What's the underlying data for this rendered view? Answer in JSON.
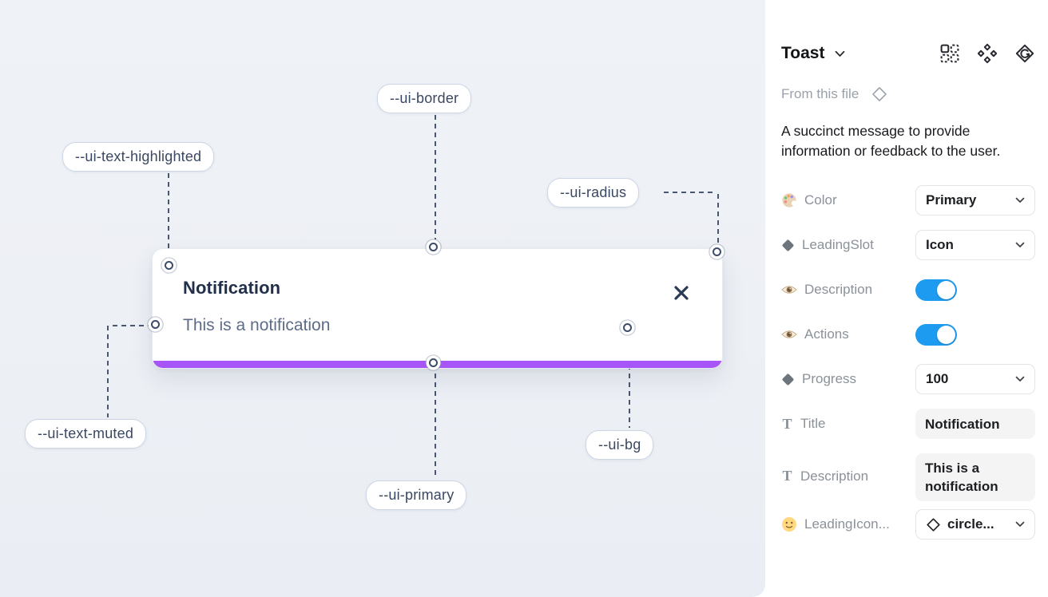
{
  "canvas": {
    "toast": {
      "title": "Notification",
      "description": "This is a notification",
      "progress_color": "#a855f7"
    },
    "callouts": [
      {
        "id": "ui-border",
        "label": "--ui-border"
      },
      {
        "id": "ui-text-highlighted",
        "label": "--ui-text-highlighted"
      },
      {
        "id": "ui-radius",
        "label": "--ui-radius"
      },
      {
        "id": "ui-text-muted",
        "label": "--ui-text-muted"
      },
      {
        "id": "ui-primary",
        "label": "--ui-primary"
      },
      {
        "id": "ui-bg",
        "label": "--ui-bg"
      }
    ],
    "colors": {
      "background": "#eef1f6",
      "line": "#4a5770"
    }
  },
  "panel": {
    "title": "Toast",
    "source_label": "From this file",
    "description": "A succinct message to provide information or feedback to the user.",
    "header_icons": [
      "component-grid-icon",
      "component-icon",
      "swap-instance-icon"
    ],
    "toggle_color": "#1d9bf0",
    "properties": [
      {
        "icon": "palette-icon",
        "label": "Color",
        "type": "select",
        "value": "Primary"
      },
      {
        "icon": "diamond-icon",
        "label": "LeadingSlot",
        "type": "select",
        "value": "Icon"
      },
      {
        "icon": "eye-icon",
        "label": "Description",
        "type": "toggle",
        "value": "on"
      },
      {
        "icon": "eye-icon",
        "label": "Actions",
        "type": "toggle",
        "value": "on"
      },
      {
        "icon": "diamond-icon",
        "label": "Progress",
        "type": "select",
        "value": "100"
      },
      {
        "icon": "text-icon",
        "label": "Title",
        "type": "text",
        "value": "Notification"
      },
      {
        "icon": "text-icon",
        "label": "Description",
        "type": "text",
        "value": "This is a notification"
      },
      {
        "icon": "smiley-icon",
        "label": "LeadingIcon...",
        "type": "select",
        "value": "circle...",
        "value_icon": "diamond-outline-icon"
      }
    ]
  }
}
